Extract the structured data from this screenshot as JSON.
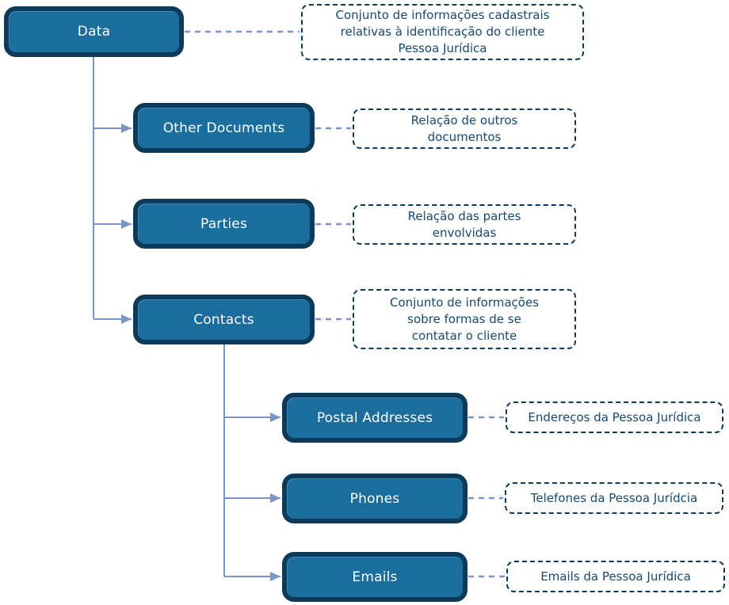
{
  "colors": {
    "node_fill": "#1a6d9d",
    "node_border": "#0e3a5a",
    "node_text": "#ffffff",
    "note_text": "#174a6e",
    "note_border": "#0e3a5a",
    "connector": "#7b93c6",
    "background": "#ffffff"
  },
  "nodes": {
    "data": {
      "label": "Data",
      "note": "Conjunto de informações cadastrais relativas à identificação do cliente Pessoa Jurídica"
    },
    "other_documents": {
      "label": "Other Documents",
      "note": "Relação de outros documentos"
    },
    "parties": {
      "label": "Parties",
      "note": "Relação das partes envolvidas"
    },
    "contacts": {
      "label": "Contacts",
      "note": "Conjunto de informações sobre formas de se contatar o cliente"
    },
    "postal_addresses": {
      "label": "Postal Addresses",
      "note": "Endereços da Pessoa Jurídica"
    },
    "phones": {
      "label": "Phones",
      "note": "Telefones da Pessoa Jurídcia"
    },
    "emails": {
      "label": "Emails",
      "note": "Emails da Pessoa Jurídica"
    }
  }
}
